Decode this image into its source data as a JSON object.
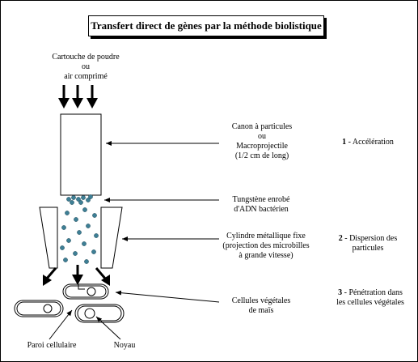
{
  "title": "Transfert direct de gènes par la méthode biolistique",
  "source": {
    "line1": "Cartouche de poudre",
    "line2": "ou",
    "line3": "air comprimé"
  },
  "labels": {
    "cannon": [
      "Canon à particules",
      "ou",
      "Macroprojectile",
      "(1/2 cm de long)"
    ],
    "tungsten": [
      "Tungstène enrobé",
      "d'ADN bactérien"
    ],
    "cylinder": [
      "Cylindre métallique fixe",
      "(projection des microbilles",
      "à grande vitesse)"
    ],
    "cells": [
      "Cellules végétales",
      "de maïs"
    ],
    "wall": "Paroi cellulaire",
    "nucleus": "Noyau"
  },
  "steps": [
    {
      "number": "1",
      "text": [
        "- Accélération"
      ]
    },
    {
      "number": "2",
      "text": [
        "- Dispersion des",
        "particules"
      ]
    },
    {
      "number": "3",
      "text": [
        "- Pénétration dans",
        "les cellules végétales"
      ]
    }
  ],
  "colors": {
    "particle": "#3e7f95",
    "line": "#000000"
  }
}
